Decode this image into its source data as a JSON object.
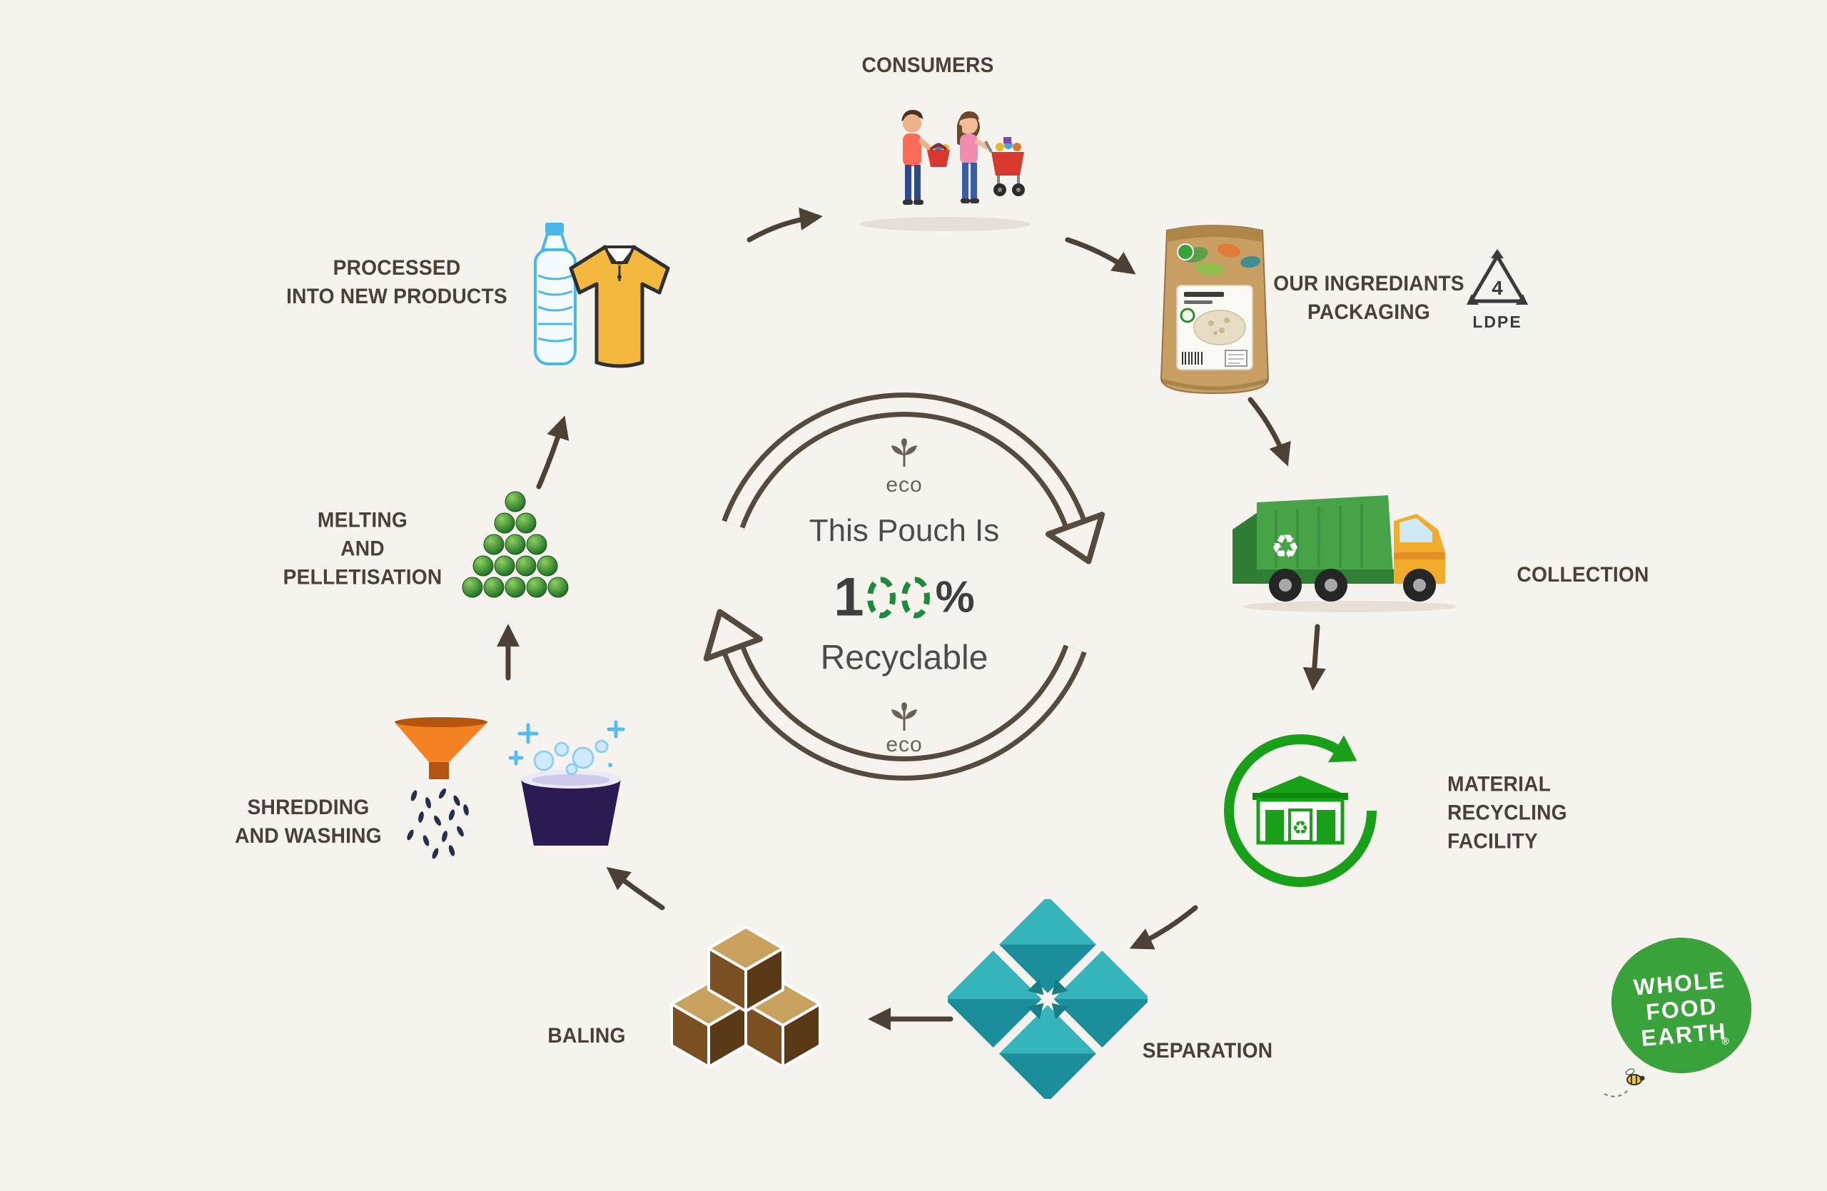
{
  "background_color": "#f6f2ee",
  "center_badge": {
    "eco_top": "eco",
    "eco_bottom": "eco",
    "line1": "This Pouch Is",
    "percent_value": "100%",
    "percent_prefix": "1",
    "percent_suffix": "%",
    "line3": "Recyclable"
  },
  "steps": {
    "consumers": {
      "label": "CONSUMERS"
    },
    "packaging": {
      "line1": "OUR INGREDIANTS",
      "line2": "PACKAGING",
      "resin_code": "4",
      "resin_label": "LDPE"
    },
    "collection": {
      "label": "COLLECTION"
    },
    "recycling_facility": {
      "line1": "MATERIAL",
      "line2": "RECYCLING",
      "line3": "FACILITY"
    },
    "separation": {
      "label": "SEPARATION"
    },
    "baling": {
      "label": "BALING"
    },
    "shredding": {
      "line1": "SHREDDING",
      "line2": "AND WASHING"
    },
    "melting": {
      "line1": "MELTING",
      "line2": "AND",
      "line3": "PELLETISATION"
    },
    "new_products": {
      "line1": "PROCESSED",
      "line2": "INTO NEW PRODUCTS"
    }
  },
  "logo": {
    "line1": "WHOLE",
    "line2": "FOOD",
    "line3": "EARTH",
    "registered": "®"
  },
  "colors": {
    "label_text": "#4a4038",
    "arrow": "#4c4137",
    "ring": "#554a40",
    "accent_green": "#1e8a3c",
    "facility_green": "#18a018",
    "teal_light": "#35b4bc",
    "teal_dark": "#1a8e9a",
    "truck_green": "#46a348",
    "cab_yellow": "#f2ac2a",
    "cube_top": "#c9a15e",
    "cube_side": "#7a4f22",
    "funnel_orange": "#f58220",
    "basin_purple": "#2a1b52",
    "shirt_yellow": "#f3b83d",
    "bottle_blue": "#49b8e8",
    "logo_green": "#3aa23a"
  }
}
